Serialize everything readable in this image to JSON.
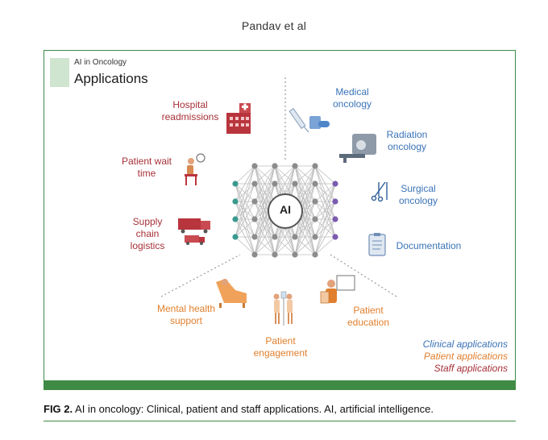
{
  "page_header": "Pandav et al",
  "figure": {
    "kicker": "AI in Oncology",
    "title": "Applications",
    "center_label": "AI",
    "staff_items": [
      "Hospital readmissions",
      "Patient wait time",
      "Supply chain logistics"
    ],
    "clinical_items": [
      "Medical oncology",
      "Radiation oncology",
      "Surgical oncology",
      "Documentation"
    ],
    "patient_items": [
      "Mental health support",
      "Patient engagement",
      "Patient education"
    ],
    "legend": {
      "clinical": "Clinical applications",
      "patient": "Patient applications",
      "staff": "Staff applications"
    },
    "colors": {
      "clinical": "#3a73b8",
      "patient": "#e07f2d",
      "staff": "#a73038",
      "frame": "#3f8a45"
    },
    "icons": [
      "hospital-icon",
      "waiting-person-icon",
      "truck-icon",
      "syringe-pill-icon",
      "radiation-machine-icon",
      "surgical-tools-icon",
      "clipboard-icon",
      "recliner-icon",
      "patients-iv-icon",
      "education-board-icon",
      "neural-network-icon"
    ]
  },
  "caption": {
    "label": "FIG 2.",
    "text": "AI in oncology: Clinical, patient and staff applications. AI, artificial intelligence."
  }
}
